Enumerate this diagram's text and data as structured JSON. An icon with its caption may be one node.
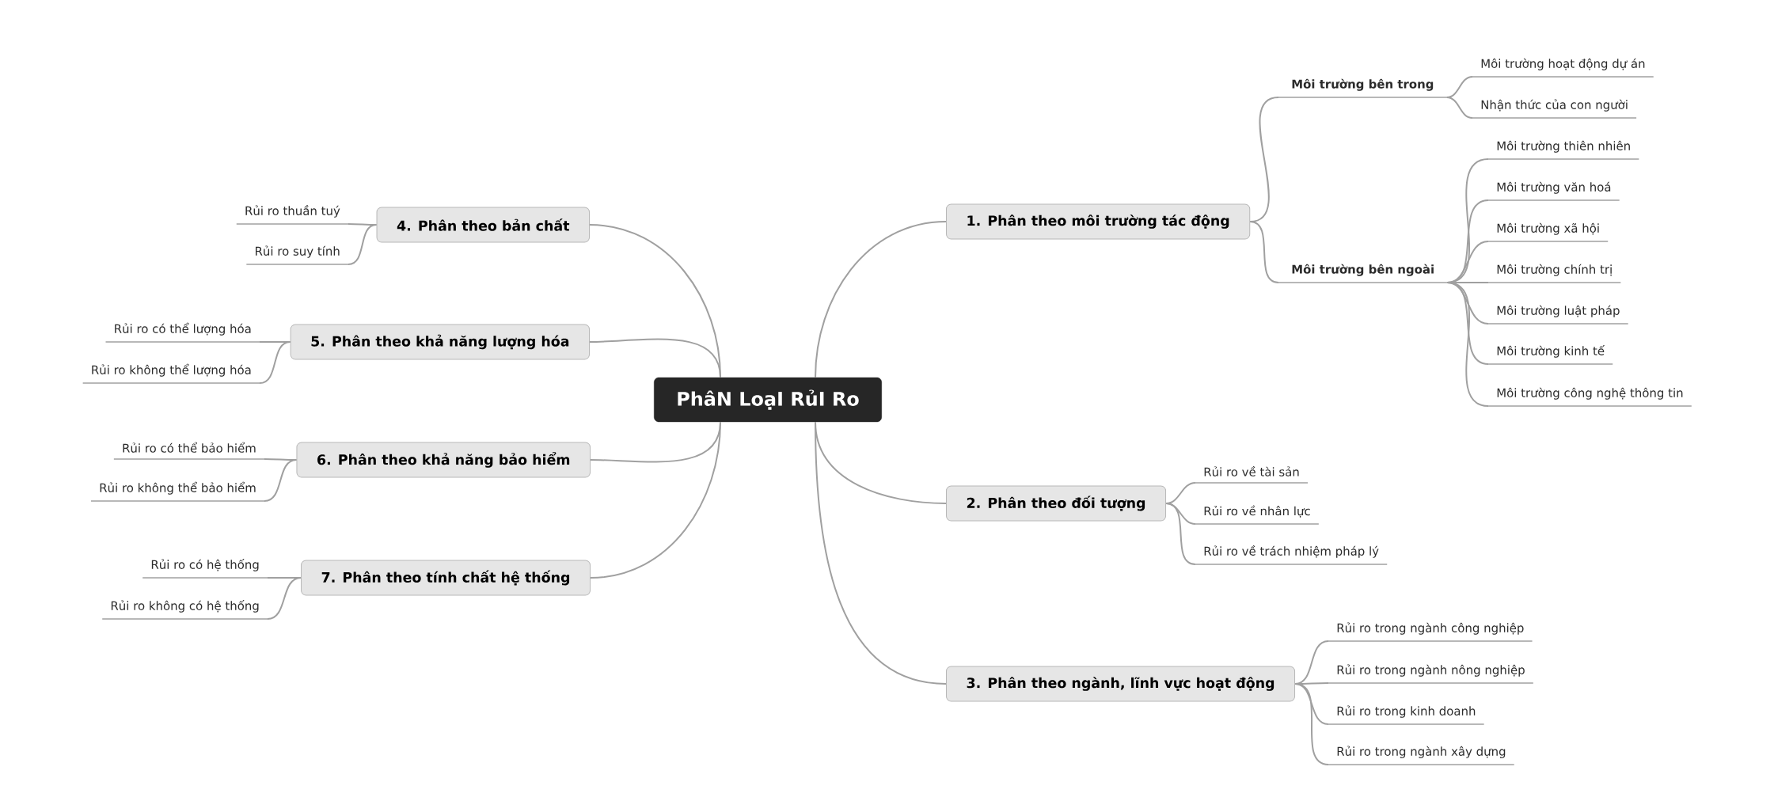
{
  "diagram": {
    "nodes": [
      {
        "text": [
          "PhâN LoạI RủI Ro"
        ]
      },
      {
        "text": [
          "1. Phân theo môi trường tác động"
        ]
      },
      {
        "text": [
          "Môi trường bên trong"
        ]
      },
      {
        "text": [
          "Môi trường hoạt động dự án"
        ]
      },
      {
        "text": [
          "Nhận thức của con người"
        ]
      },
      {
        "text": [
          "Môi trường bên ngoài"
        ]
      },
      {
        "text": [
          "Môi trường thiên nhiên"
        ]
      },
      {
        "text": [
          "Môi trường văn hoá"
        ]
      },
      {
        "text": [
          "Môi trường xã hội"
        ]
      },
      {
        "text": [
          "Môi trường chính trị"
        ]
      },
      {
        "text": [
          "Môi trường luật pháp"
        ]
      },
      {
        "text": [
          "Môi trường kinh tế"
        ]
      },
      {
        "text": [
          "Môi trường công nghệ thông tin"
        ]
      },
      {
        "text": [
          "2. Phân theo đối tượng"
        ]
      },
      {
        "text": [
          "Rủi ro về tài sản"
        ]
      },
      {
        "text": [
          "Rủi ro về nhân lực"
        ]
      },
      {
        "text": [
          "Rủi ro về trách nhiệm pháp lý"
        ]
      },
      {
        "text": [
          "3. Phân theo ngành, lĩnh vực hoạt động"
        ]
      },
      {
        "text": [
          "Rủi ro trong ngành công nghiệp"
        ]
      },
      {
        "text": [
          "Rủi ro trong ngành nông nghiệp"
        ]
      },
      {
        "text": [
          "Rủi ro trong kinh doanh"
        ]
      },
      {
        "text": [
          "Rủi ro trong ngành xây dựng"
        ]
      },
      {
        "text": [
          "4. Phân theo bản chất"
        ]
      },
      {
        "text": [
          "Rủi ro thuần tuý"
        ]
      },
      {
        "text": [
          "Rủi ro suy tính"
        ]
      },
      {
        "text": [
          "5. Phân theo khả năng lượng hóa"
        ]
      },
      {
        "text": [
          "Rủi ro có thể lượng hóa"
        ]
      },
      {
        "text": [
          "Rủi ro không thể lượng hóa"
        ]
      },
      {
        "text": [
          "6. Phân theo khả năng bảo hiểm"
        ]
      },
      {
        "text": [
          "Rủi ro có thể bảo hiểm"
        ]
      },
      {
        "text": [
          "Rủi ro không thể bảo hiểm"
        ]
      },
      {
        "text": [
          "7. Phân theo tính chất hệ thống"
        ]
      },
      {
        "text": [
          "Rủi ro có hệ thống"
        ]
      },
      {
        "text": [
          "Rủi ro không có hệ thống"
        ]
      }
    ],
    "edges": [
      {
        "from": 0,
        "to": 1,
        "arrow": "none"
      },
      {
        "from": 1,
        "to": 2,
        "arrow": "none"
      },
      {
        "from": 2,
        "to": 3,
        "arrow": "none"
      },
      {
        "from": 2,
        "to": 4,
        "arrow": "none"
      },
      {
        "from": 1,
        "to": 5,
        "arrow": "none"
      },
      {
        "from": 5,
        "to": 6,
        "arrow": "none"
      },
      {
        "from": 5,
        "to": 7,
        "arrow": "none"
      },
      {
        "from": 5,
        "to": 8,
        "arrow": "none"
      },
      {
        "from": 5,
        "to": 9,
        "arrow": "none"
      },
      {
        "from": 5,
        "to": 10,
        "arrow": "none"
      },
      {
        "from": 5,
        "to": 11,
        "arrow": "none"
      },
      {
        "from": 5,
        "to": 12,
        "arrow": "none"
      },
      {
        "from": 0,
        "to": 13,
        "arrow": "none"
      },
      {
        "from": 13,
        "to": 14,
        "arrow": "none"
      },
      {
        "from": 13,
        "to": 15,
        "arrow": "none"
      },
      {
        "from": 13,
        "to": 16,
        "arrow": "none"
      },
      {
        "from": 0,
        "to": 17,
        "arrow": "none"
      },
      {
        "from": 17,
        "to": 18,
        "arrow": "none"
      },
      {
        "from": 17,
        "to": 19,
        "arrow": "none"
      },
      {
        "from": 17,
        "to": 20,
        "arrow": "none"
      },
      {
        "from": 17,
        "to": 21,
        "arrow": "none"
      },
      {
        "from": 0,
        "to": 22,
        "arrow": "none"
      },
      {
        "from": 22,
        "to": 23,
        "arrow": "none"
      },
      {
        "from": 22,
        "to": 24,
        "arrow": "none"
      },
      {
        "from": 0,
        "to": 25,
        "arrow": "none"
      },
      {
        "from": 25,
        "to": 26,
        "arrow": "none"
      },
      {
        "from": 25,
        "to": 27,
        "arrow": "none"
      },
      {
        "from": 0,
        "to": 28,
        "arrow": "none"
      },
      {
        "from": 28,
        "to": 29,
        "arrow": "none"
      },
      {
        "from": 28,
        "to": 30,
        "arrow": "none"
      },
      {
        "from": 0,
        "to": 31,
        "arrow": "none"
      },
      {
        "from": 31,
        "to": 32,
        "arrow": "none"
      },
      {
        "from": 31,
        "to": 33,
        "arrow": "none"
      }
    ]
  }
}
